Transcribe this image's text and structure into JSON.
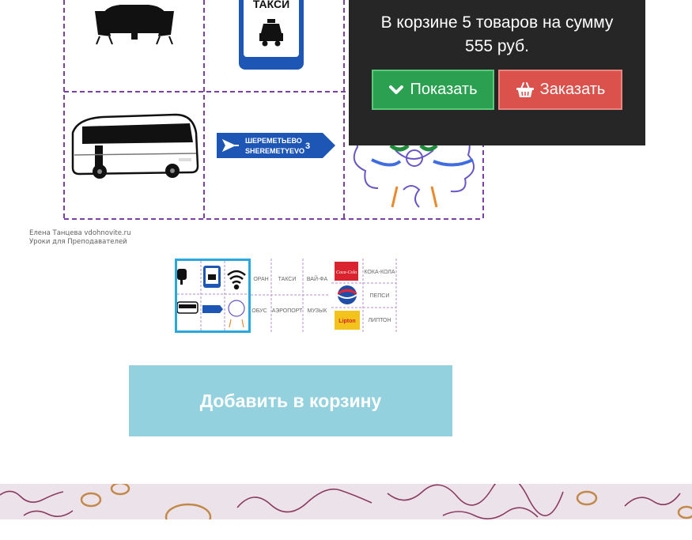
{
  "product_image": {
    "credit_line1": "Елена Танцева vdohnovite.ru",
    "credit_line2": "Уроки для Преподавателей",
    "taxi_sign": "ТАКСИ",
    "airport_sign_ru": "ШЕРЕМЕТЬЕВО",
    "airport_sign_en": "SHEREMETYEVO",
    "airport_sign_num": "3"
  },
  "thumbnails": {
    "thumb2_labels": [
      "ОРАН",
      "ТАКСИ",
      "ВАЙ-ФА",
      "ОБУС",
      "АЭРОПОРТ",
      "МУЗЫК"
    ],
    "thumb3_labels": [
      "КОКА-КОЛА",
      "ПЕПСИ",
      "ЛИПТОН"
    ],
    "thumb3_brands": [
      "Coca-Cola",
      "Lipton"
    ]
  },
  "add_to_cart": {
    "label": "Добавить в корзину"
  },
  "cart_popup": {
    "summary_line1": "В корзине 5 товаров на сумму",
    "summary_line2": "555 руб.",
    "show_label": "Показать",
    "order_label": "Заказать"
  },
  "colors": {
    "frame_dash": "#7b3fa6",
    "sign_blue": "#1e56b6",
    "thumb_selected_border": "#29a8e0",
    "add_to_cart_bg": "#94d1de",
    "popup_bg": "#262626",
    "show_bg": "#2aa050",
    "order_bg": "#da524b"
  },
  "icons": {
    "show": "chevron-down-icon",
    "order": "shopping-basket-icon"
  }
}
